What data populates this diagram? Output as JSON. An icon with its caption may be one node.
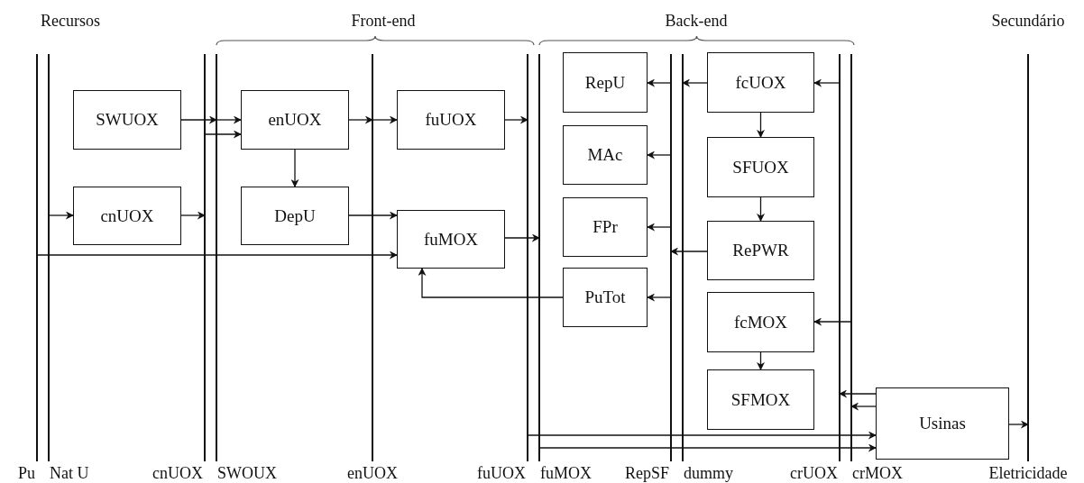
{
  "diagram": {
    "nodes": [
      {
        "text": [
          "Pu"
        ]
      },
      {
        "text": [
          "Nat U"
        ]
      },
      {
        "text": [
          "cnUOX"
        ]
      },
      {
        "text": [
          "SWOUX"
        ]
      },
      {
        "text": [
          "enUOX"
        ]
      },
      {
        "text": [
          "fuUOX"
        ]
      },
      {
        "text": [
          "fuMOX"
        ]
      },
      {
        "text": [
          "RepSF"
        ]
      },
      {
        "text": [
          "dummy"
        ]
      },
      {
        "text": [
          "crUOX"
        ]
      },
      {
        "text": [
          "crMOX"
        ]
      },
      {
        "text": [
          "Eletricidade"
        ]
      },
      {
        "text": [
          "SWUOX"
        ]
      },
      {
        "text": [
          "enUOX"
        ]
      },
      {
        "text": [
          "fuUOX"
        ]
      },
      {
        "text": [
          "cnUOX"
        ]
      },
      {
        "text": [
          "DepU"
        ]
      },
      {
        "text": [
          "fuMOX"
        ]
      },
      {
        "text": [
          "RepU"
        ]
      },
      {
        "text": [
          "fcUOX"
        ]
      },
      {
        "text": [
          "MAc"
        ]
      },
      {
        "text": [
          "SFUOX"
        ]
      },
      {
        "text": [
          "FPr"
        ]
      },
      {
        "text": [
          "RePWR"
        ]
      },
      {
        "text": [
          "PuTot"
        ]
      },
      {
        "text": [
          "fcMOX"
        ]
      },
      {
        "text": [
          "SFMOX"
        ]
      },
      {
        "text": [
          "Usinas"
        ]
      }
    ],
    "edges": [
      {
        "from": 12,
        "to": 3,
        "arrow": "to"
      },
      {
        "from": 3,
        "to": 13,
        "arrow": "to"
      },
      {
        "from": 2,
        "to": 13,
        "arrow": "to"
      },
      {
        "from": 13,
        "to": 4,
        "arrow": "to"
      },
      {
        "from": 4,
        "to": 14,
        "arrow": "to"
      },
      {
        "from": 14,
        "to": 5,
        "arrow": "to"
      },
      {
        "from": 13,
        "to": 16,
        "arrow": "to"
      },
      {
        "from": 1,
        "to": 15,
        "arrow": "to"
      },
      {
        "from": 15,
        "to": 2,
        "arrow": "to"
      },
      {
        "from": 16,
        "to": 17,
        "arrow": "to"
      },
      {
        "from": 0,
        "to": 17,
        "arrow": "to"
      },
      {
        "from": 17,
        "to": 6,
        "arrow": "to"
      },
      {
        "from": 24,
        "to": 17,
        "arrow": "to"
      },
      {
        "from": 7,
        "to": 18,
        "arrow": "to"
      },
      {
        "from": 7,
        "to": 20,
        "arrow": "to"
      },
      {
        "from": 7,
        "to": 22,
        "arrow": "to"
      },
      {
        "from": 7,
        "to": 24,
        "arrow": "to"
      },
      {
        "from": 19,
        "to": 8,
        "arrow": "to"
      },
      {
        "from": 23,
        "to": 7,
        "arrow": "to"
      },
      {
        "from": 9,
        "to": 19,
        "arrow": "to"
      },
      {
        "from": 10,
        "to": 25,
        "arrow": "to"
      },
      {
        "from": 19,
        "to": 21,
        "arrow": "to"
      },
      {
        "from": 21,
        "to": 23,
        "arrow": "to"
      },
      {
        "from": 25,
        "to": 26,
        "arrow": "to"
      },
      {
        "from": 27,
        "to": 9,
        "arrow": "to"
      },
      {
        "from": 27,
        "to": 10,
        "arrow": "to"
      },
      {
        "from": 5,
        "to": 27,
        "arrow": "to"
      },
      {
        "from": 6,
        "to": 27,
        "arrow": "to"
      },
      {
        "from": 27,
        "to": 11,
        "arrow": "to"
      }
    ],
    "labels": [
      "Recursos",
      "Front-end",
      "Back-end",
      "Secundário"
    ]
  }
}
